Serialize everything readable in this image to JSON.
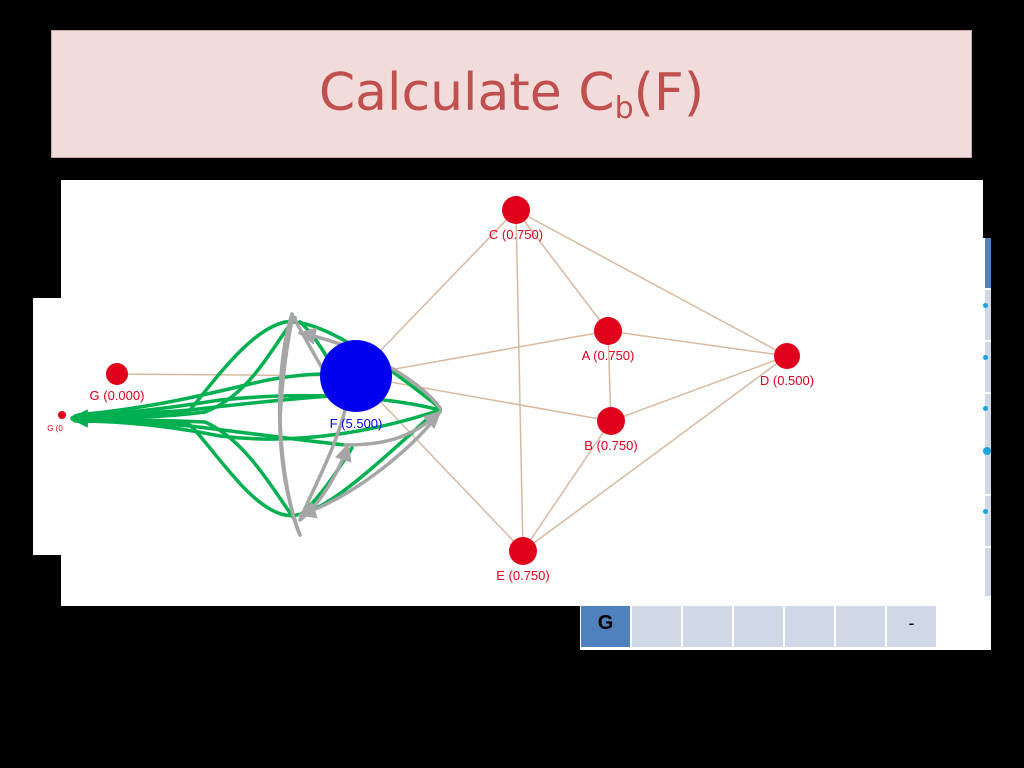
{
  "slide": {
    "title_main": "Calculate C",
    "title_sub": "b",
    "title_tail": "(F)"
  },
  "colors": {
    "title_bg": "#f2dcdb",
    "title_text": "#c0504d",
    "node_red": "#e0001b",
    "node_blue": "#0000ee",
    "edge": "#d8b9a0",
    "path_green": "#00b050",
    "path_gray": "#a6a6a6",
    "table_header": "#4f81bd",
    "table_cell": "#d0d8e8"
  },
  "graph": {
    "nodes": [
      {
        "id": "C",
        "label": "C (0.750)",
        "color": "red"
      },
      {
        "id": "A",
        "label": "A (0.750)",
        "color": "red"
      },
      {
        "id": "D",
        "label": "D (0.500)",
        "color": "red"
      },
      {
        "id": "B",
        "label": "B (0.750)",
        "color": "red"
      },
      {
        "id": "E",
        "label": "E (0.750)",
        "color": "red"
      },
      {
        "id": "F",
        "label": "F (5.500)",
        "color": "blue"
      },
      {
        "id": "G",
        "label": "G (0.000)",
        "color": "red"
      }
    ],
    "edges": [
      [
        "C",
        "A"
      ],
      [
        "C",
        "D"
      ],
      [
        "C",
        "F"
      ],
      [
        "C",
        "E"
      ],
      [
        "A",
        "D"
      ],
      [
        "A",
        "B"
      ],
      [
        "A",
        "F"
      ],
      [
        "B",
        "D"
      ],
      [
        "B",
        "F"
      ],
      [
        "B",
        "E"
      ],
      [
        "E",
        "D"
      ],
      [
        "E",
        "F"
      ],
      [
        "F",
        "G"
      ]
    ],
    "ghost_label": "G (0"
  },
  "table": {
    "row_g": [
      "G",
      "",
      "",
      "",
      "",
      "",
      "-"
    ]
  }
}
